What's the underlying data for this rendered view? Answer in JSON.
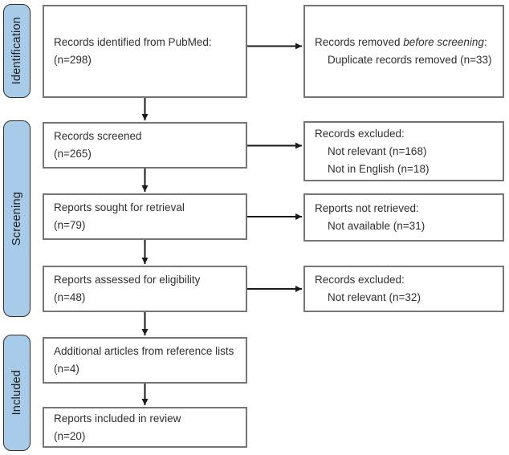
{
  "sidebar": {
    "stages": [
      {
        "label": "Identification"
      },
      {
        "label": "Screening"
      },
      {
        "label": "Included"
      }
    ]
  },
  "flow": {
    "main_boxes": [
      {
        "lines": [
          "Records identified from PubMed:",
          "(n=298)"
        ]
      },
      {
        "lines": [
          "Records screened",
          "(n=265)"
        ]
      },
      {
        "lines": [
          "Reports sought for retrieval",
          "(n=79)"
        ]
      },
      {
        "lines": [
          "Reports assessed for eligibility",
          "(n=48)"
        ]
      },
      {
        "lines": [
          "Additional articles from reference lists",
          "(n=4)"
        ]
      },
      {
        "lines": [
          "Reports included in review",
          "(n=20)"
        ]
      }
    ],
    "side_boxes": [
      {
        "title_prefix": "Records removed ",
        "title_italic": "before screening",
        "title_suffix": ":",
        "items": [
          "Duplicate records removed (n=33)"
        ]
      },
      {
        "title": "Records excluded:",
        "items": [
          "Not relevant (n=168)",
          "Not in English (n=18)"
        ]
      },
      {
        "title": "Reports not retrieved:",
        "items": [
          "Not available (n=31)"
        ]
      },
      {
        "title": "Records excluded:",
        "items": [
          "Not relevant (n=32)"
        ]
      }
    ]
  },
  "colors": {
    "stage-fill": "#a8cbe9",
    "stage-border": "#2f2f2f",
    "box-border": "#757575",
    "arrow": "#1a1a1a",
    "text": "#2f2f2f"
  }
}
